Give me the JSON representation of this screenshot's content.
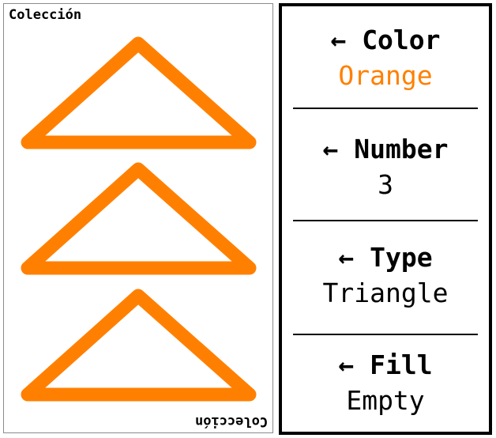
{
  "card": {
    "corner_label": "Colección",
    "shape_color": "#ff8000",
    "shape_count": 3,
    "shape_type": "triangle",
    "shape_fill": "empty"
  },
  "panel": {
    "arrow_icon": "left-arrow-icon",
    "sections": [
      {
        "label": "← Color",
        "value": "Orange",
        "value_color": "#ff8000"
      },
      {
        "label": "← Number",
        "value": "3",
        "value_color": "#000000"
      },
      {
        "label": "← Type",
        "value": "Triangle",
        "value_color": "#000000"
      },
      {
        "label": "← Fill",
        "value": "Empty",
        "value_color": "#000000"
      }
    ]
  }
}
